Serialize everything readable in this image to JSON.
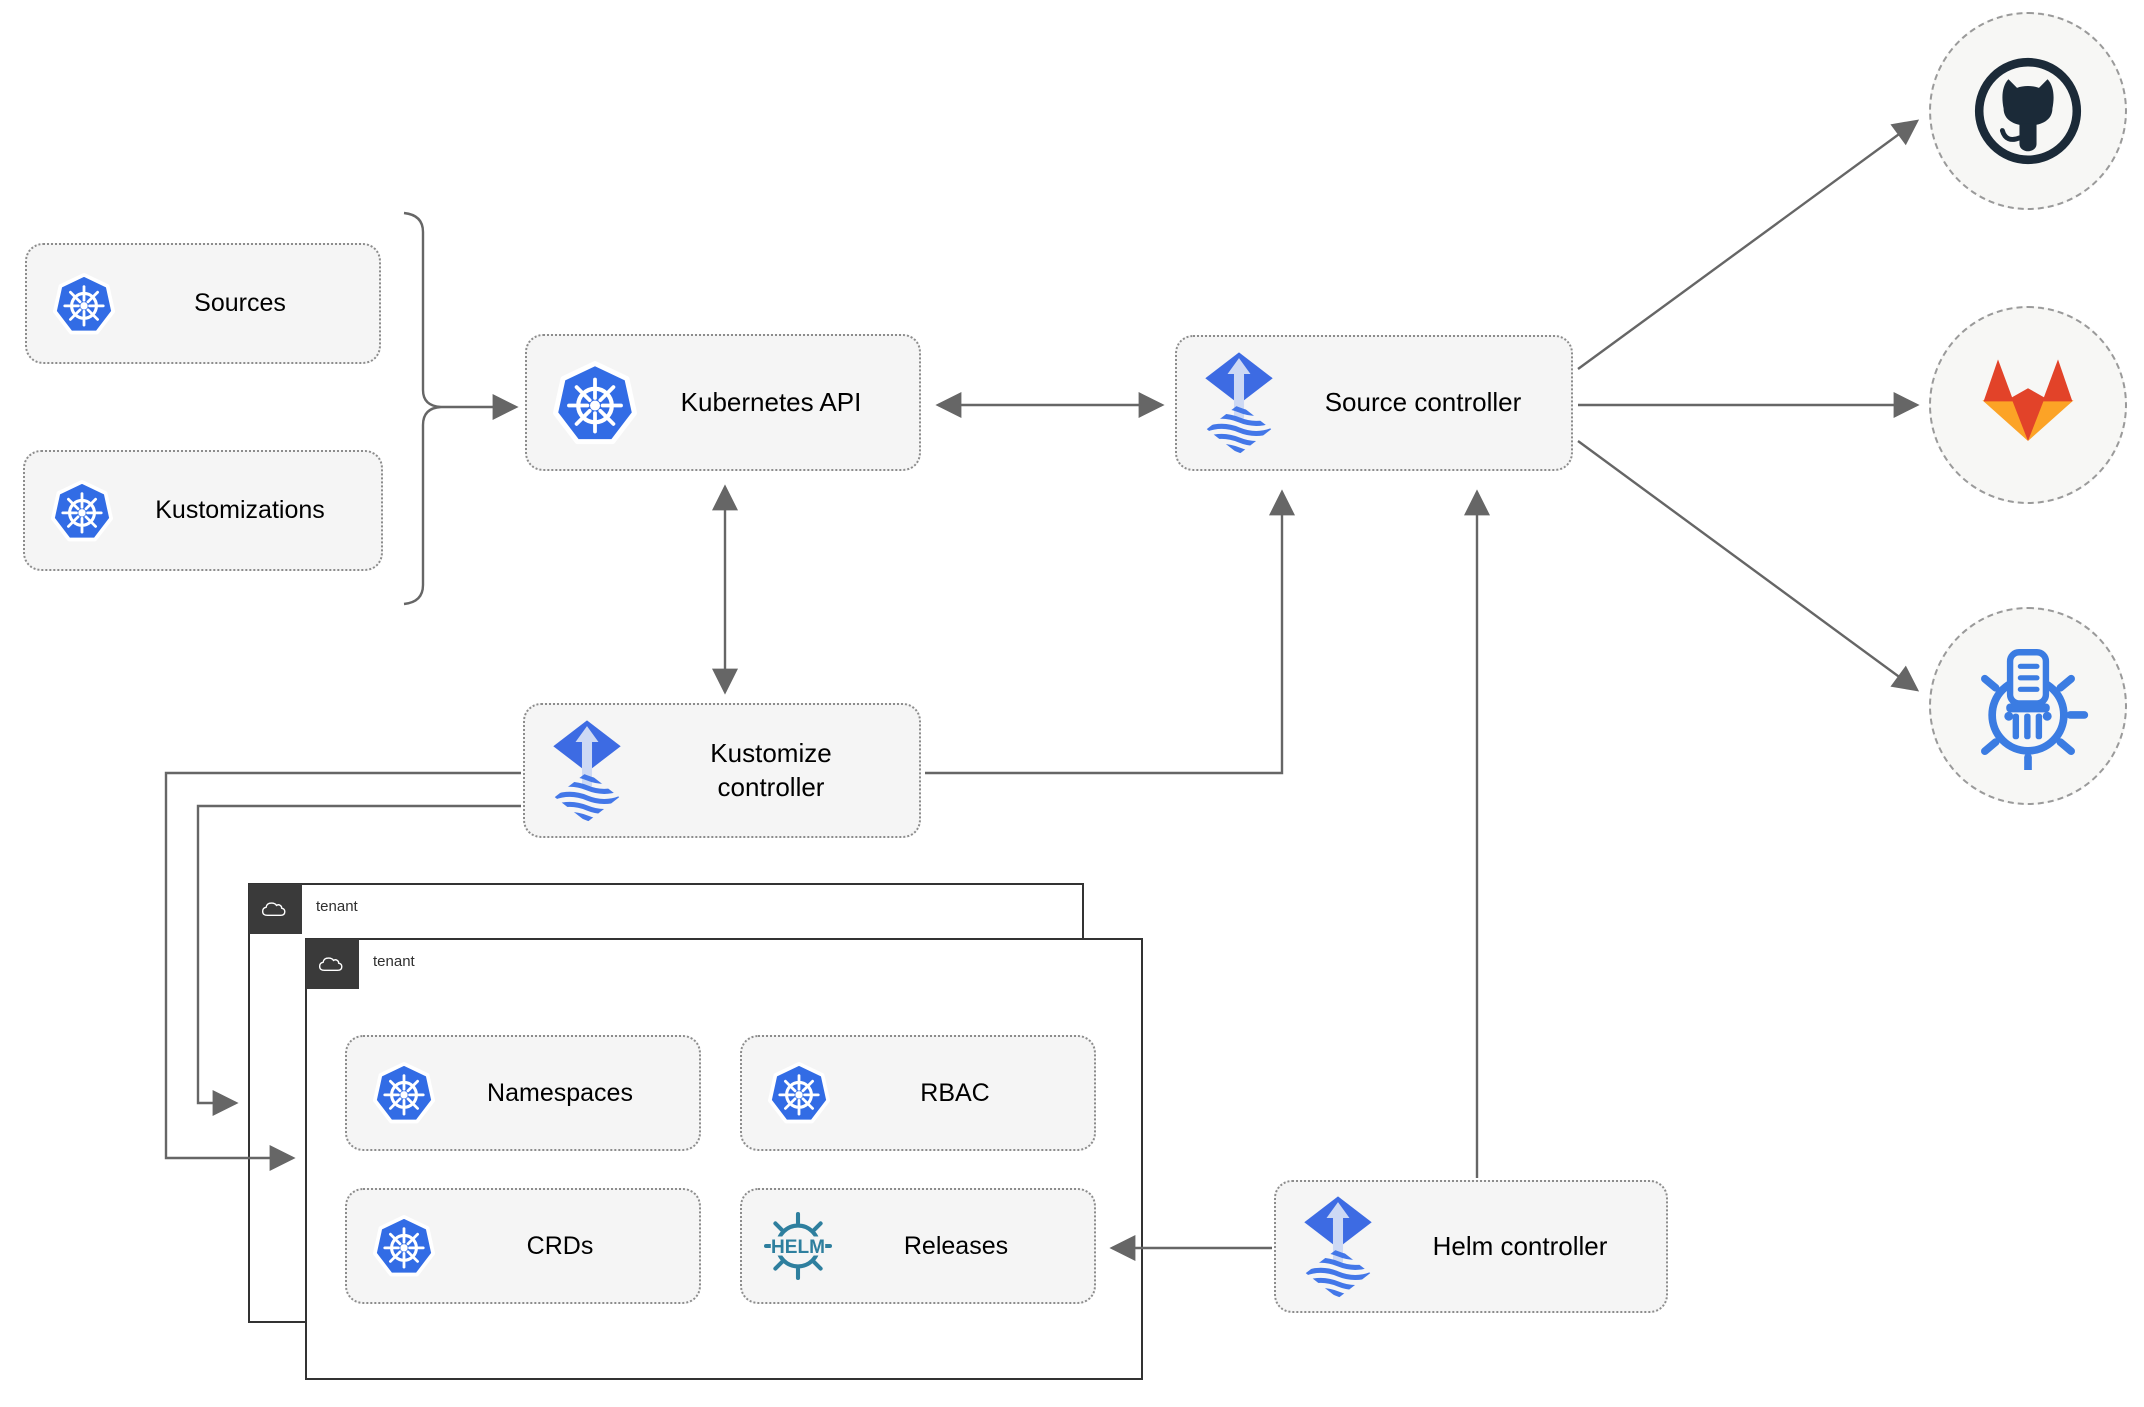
{
  "diagram": {
    "nodes": {
      "sources": "Sources",
      "kustomizations": "Kustomizations",
      "kubernetes_api": "Kubernetes API",
      "source_controller": "Source controller",
      "kustomize_controller": "Kustomize controller",
      "helm_controller": "Helm controller",
      "namespaces": "Namespaces",
      "rbac": "RBAC",
      "crds": "CRDs",
      "releases": "Releases"
    },
    "tenant_back": {
      "label": "tenant"
    },
    "tenant_front": {
      "label": "tenant"
    },
    "helm_logo_text": "HELM",
    "external_targets": [
      "github",
      "gitlab",
      "helm-repository"
    ],
    "colors": {
      "kubernetes_blue": "#326ce5",
      "flux_blue": "#3d6be3",
      "flux_light_arrow": "#cdd9f4",
      "flux_wave_blue": "#4377e8",
      "helm_teal": "#2e7f9e",
      "github_dark": "#1b2a38",
      "gitlab_red": "#e24329",
      "gitlab_amber": "#fca326",
      "connector_gray": "#666666",
      "node_fill": "#f5f5f5",
      "node_border": "#8c8c8c",
      "tenant_border": "#333333",
      "circle_fill": "#f7f7f5"
    }
  }
}
